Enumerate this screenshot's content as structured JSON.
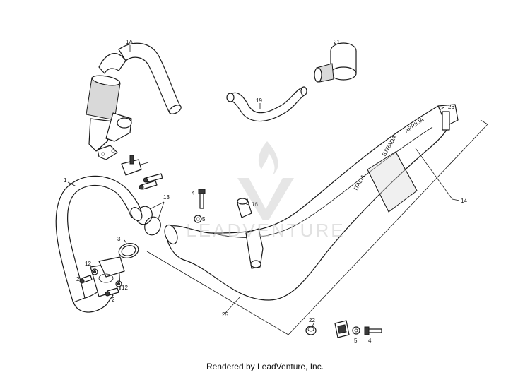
{
  "diagram": {
    "part_labels": {
      "p1A": "1A",
      "p21": "21",
      "p19": "19",
      "p26": "26",
      "p1": "1",
      "p13": "13",
      "p4a": "4",
      "p5a": "5",
      "p16": "16",
      "p14": "14",
      "p3": "3",
      "p12a": "12",
      "p12b": "12",
      "p2a": "2",
      "p2b": "2",
      "p25": "25",
      "p22": "22",
      "p5b": "5",
      "p4b": "4"
    }
  },
  "watermark": {
    "text": "LEADVENTURE"
  },
  "footer": {
    "text": "Rendered by LeadVenture, Inc."
  }
}
